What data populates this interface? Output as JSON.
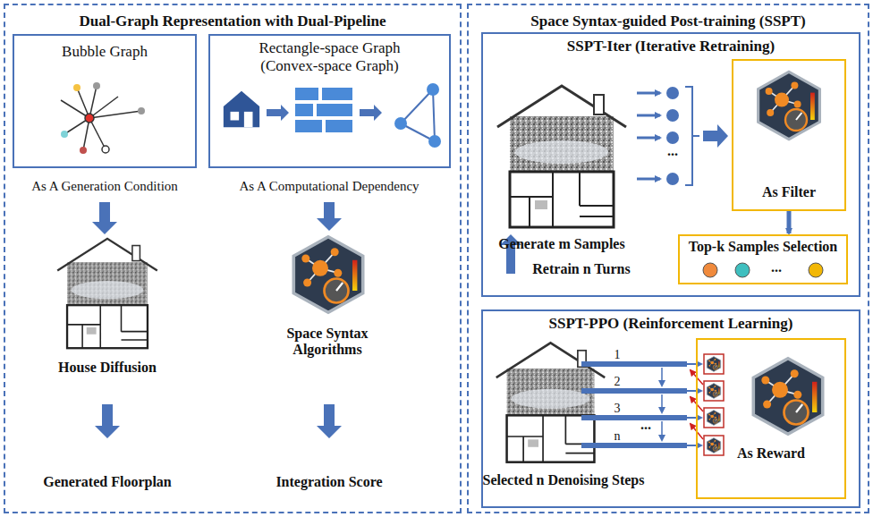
{
  "diagram": {
    "nodes": [
      {
        "text": [
          "Dual-Graph Representation with Dual-Pipeline"
        ]
      },
      {
        "text": [
          "Bubble Graph"
        ],
        "in": 0
      },
      {
        "text": [
          "Rectangle-space Graph (Convex-space Graph)"
        ],
        "in": 0
      },
      {
        "text": [
          "Space Syntax-guided Post-training (SSPT)"
        ]
      },
      {
        "text": [
          "SSPT-Iter (Iterative Retraining)"
        ],
        "in": 3
      },
      {
        "text": [
          "As Filter"
        ],
        "in": 4
      },
      {
        "text": [
          "Top-k Samples Selection"
        ],
        "in": 4
      },
      {
        "text": [
          "SSPT-PPO (Reinforcement Learning)"
        ],
        "in": 3
      },
      {
        "text": [
          "As Reward"
        ],
        "in": 7
      }
    ],
    "edges": [
      {
        "from": 5,
        "to": 6,
        "arrow": "to"
      }
    ],
    "labels": [
      "As A Generation Condition",
      "As A Computational Dependency",
      "House Diffusion",
      "Space Syntax Algorithms",
      "Generated Floorplan",
      "Integration Score",
      "Generate m Samples",
      "...",
      "Retrain n Turns",
      "...",
      "1",
      "2",
      "3",
      "n",
      "...",
      "Selected n Denoising Steps"
    ]
  }
}
